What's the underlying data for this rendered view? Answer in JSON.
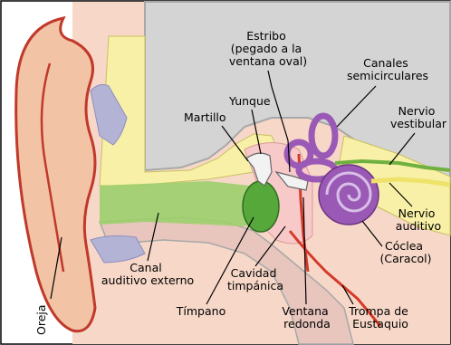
{
  "diagram": {
    "colors": {
      "skin": "#f7d8c8",
      "cartilage": "#f3c3a6",
      "auricle_outline": "#c0392b",
      "bone": "#dfe0e0",
      "bone_edge": "#a7a8a8",
      "temporal_bone": "#d3d4d3",
      "yellow_tissue": "#f7f0a6",
      "canal_green": "#9ccf6b",
      "eardrum_green": "#57a83b",
      "tympanic_cavity": "#f7c9c9",
      "cochlea_purple": "#9b59b6",
      "nerve_yellow": "#efe26a",
      "nerve_green": "#6fb03f",
      "red_vessel": "#d43a2a",
      "lilac_cartilage": "#b3b3d6"
    },
    "labels": {
      "estribo": [
        "Estribo",
        "(pegado a la",
        "ventana oval)"
      ],
      "canales": [
        "Canales",
        "semicirculares"
      ],
      "yunque": "Yunque",
      "martillo": "Martillo",
      "nervio_vestibular": [
        "Nervio",
        "vestibular"
      ],
      "nervio_auditivo": [
        "Nervio",
        "auditivo"
      ],
      "coclea": [
        "Cóclea",
        "(Caracol)"
      ],
      "canal_auditivo": [
        "Canal",
        "auditivo externo"
      ],
      "cavidad": [
        "Cavidad",
        "timpánica"
      ],
      "timpano": "Tímpano",
      "ventana_redonda": [
        "Ventana",
        "redonda"
      ],
      "trompa": [
        "Trompa de",
        "Eustaquio"
      ],
      "oreja": "Oreja"
    }
  }
}
